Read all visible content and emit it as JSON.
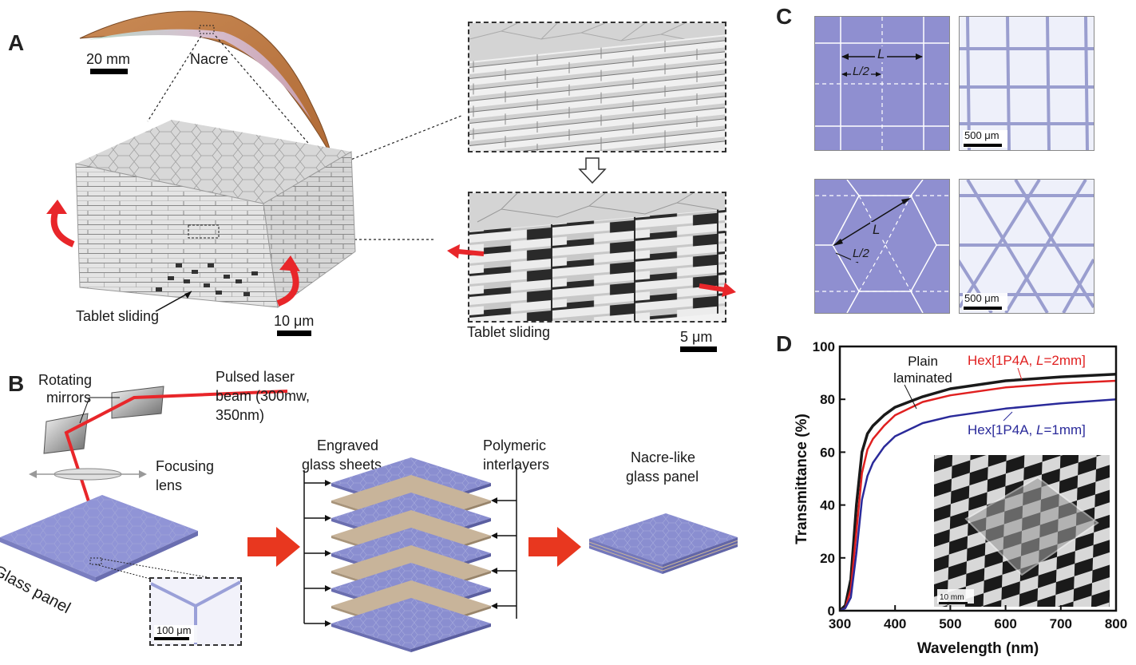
{
  "panels": {
    "A": "A",
    "B": "B",
    "C": "C",
    "D": "D"
  },
  "panel_a": {
    "scale_shell": "20 mm",
    "nacre_label": "Nacre",
    "tablet_sliding_left": "Tablet sliding",
    "scale_block": "10 μm",
    "tablet_sliding_right": "Tablet sliding",
    "scale_zoom": "5 μm"
  },
  "panel_b": {
    "rotating_mirrors_1": "Rotating",
    "rotating_mirrors_2": "mirrors",
    "pulsed_laser_1": "Pulsed laser",
    "pulsed_laser_2": "beam (300mw,",
    "pulsed_laser_3": "350nm)",
    "focusing_lens_1": "Focusing",
    "focusing_lens_2": "lens",
    "glass_panel": "Glass panel",
    "scale_inset": "100 μm",
    "engraved_1": "Engraved",
    "engraved_2": "glass sheets",
    "polymeric_1": "Polymeric",
    "polymeric_2": "interlayers",
    "nacre_like_1": "Nacre-like",
    "nacre_like_2": "glass panel"
  },
  "panel_c": {
    "L": "L",
    "L_half": "L/2",
    "scale_top": "500 μm",
    "scale_bottom": "500 μm"
  },
  "chart_data": {
    "type": "line",
    "xlabel": "Wavelength (nm)",
    "ylabel": "Transmittance (%)",
    "xlim": [
      300,
      800
    ],
    "ylim": [
      0,
      100
    ],
    "xticks": [
      "300",
      "400",
      "500",
      "600",
      "700",
      "800"
    ],
    "yticks": [
      "0",
      "20",
      "40",
      "60",
      "80",
      "100"
    ],
    "x": [
      300,
      310,
      320,
      330,
      340,
      350,
      360,
      380,
      400,
      450,
      500,
      600,
      700,
      800
    ],
    "series": [
      {
        "name": "Plain laminated",
        "color": "#1a1a1a",
        "values": [
          0,
          2,
          12,
          40,
          60,
          67,
          70,
          74,
          77,
          81,
          84,
          87,
          88.5,
          89.5
        ]
      },
      {
        "name": "Hex[1P4A, L=2mm]",
        "color": "#e02020",
        "values": [
          0,
          1,
          8,
          30,
          52,
          61,
          65,
          70,
          74,
          79,
          81.5,
          84.5,
          86,
          87
        ]
      },
      {
        "name": "Hex[1P4A, L=1mm]",
        "color": "#2a2a9a",
        "values": [
          0,
          1,
          5,
          22,
          42,
          51,
          56,
          62,
          66,
          71,
          73.5,
          76.5,
          78.5,
          80
        ]
      }
    ],
    "annotations": {
      "plain_1": "Plain",
      "plain_2": "laminated",
      "hex2_prefix": "Hex[1P4A, ",
      "hex2_L": "L",
      "hex2_suffix": "=2mm]",
      "hex1_prefix": "Hex[1P4A, ",
      "hex1_L": "L",
      "hex1_suffix": "=1mm]"
    },
    "inset_scale": "10 mm"
  }
}
